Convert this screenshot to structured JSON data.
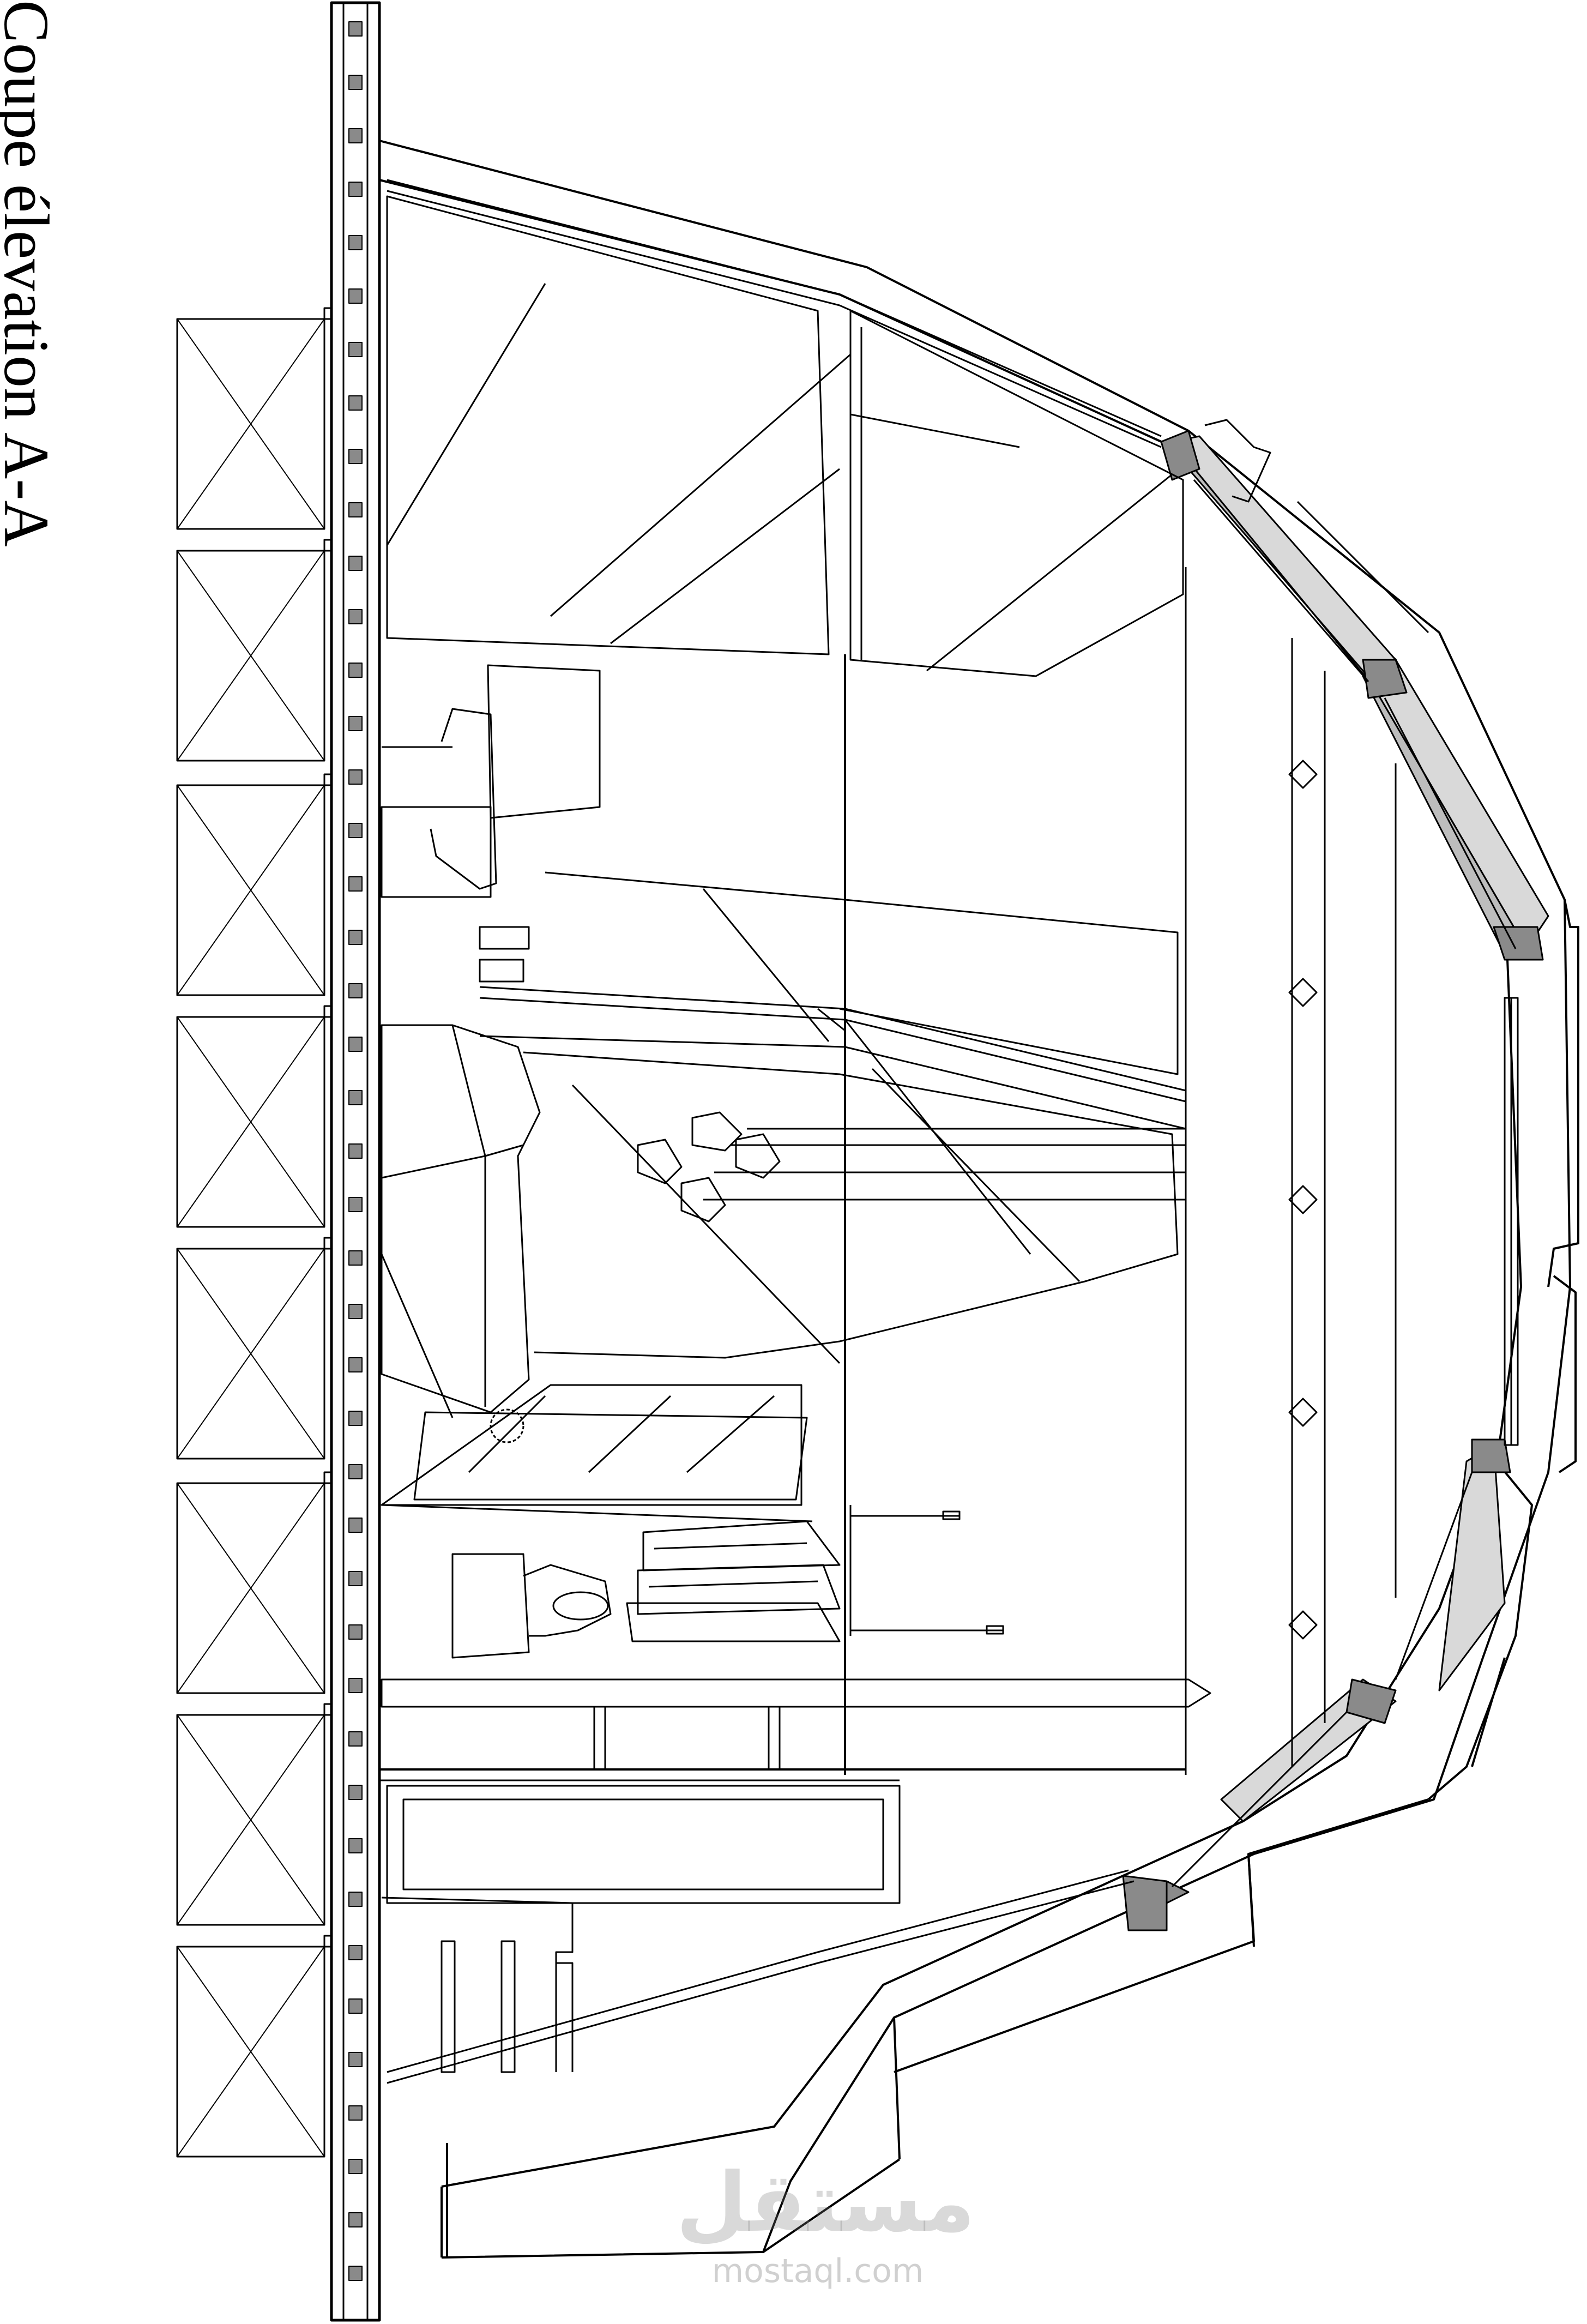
{
  "drawing": {
    "title": "Coupe élevation A-A"
  },
  "watermark": {
    "logo": "مستقل",
    "site": "mostaql.com"
  },
  "colors": {
    "ink": "#000000",
    "paper": "#ffffff",
    "hatch": "#7a7a7a",
    "insulation": "#d9d9d9"
  },
  "icons": {
    "pendant_lamps": "geometric-lamp-icon",
    "clothing_rack": "hanging-clothes-icon",
    "shoe": "shoe-icon",
    "plant": "plant-icon"
  }
}
